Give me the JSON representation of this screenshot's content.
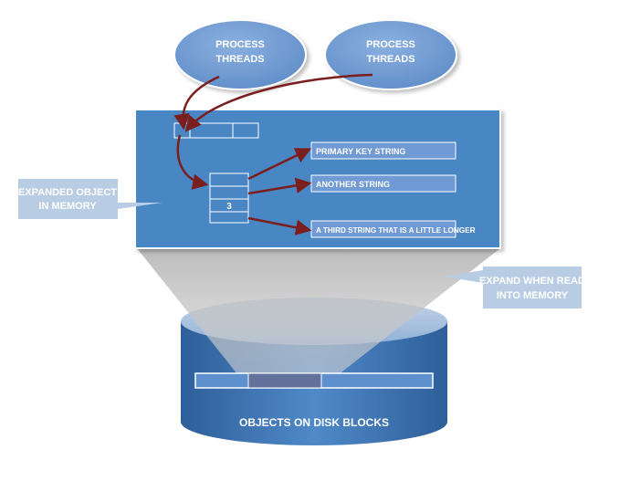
{
  "threads": [
    {
      "line1": "PROCESS",
      "line2": "THREADS"
    },
    {
      "line1": "PROCESS",
      "line2": "THREADS"
    }
  ],
  "memory": {
    "callout_line1": "EXPANDED OBJECT",
    "callout_line2": "IN MEMORY",
    "object_value": "3",
    "strings": [
      "PRIMARY KEY STRING",
      "ANOTHER STRING",
      "A THIRD STRING THAT IS A LITTLE LONGER"
    ]
  },
  "expand": {
    "callout_line1": "EXPAND WHEN READ",
    "callout_line2": "INTO MEMORY"
  },
  "disk": {
    "label": "OBJECTS ON DISK BLOCKS"
  },
  "colors": {
    "memory_panel": "#4a86c4",
    "ellipse": "#6f9ad3",
    "callout": "#b8cde3",
    "arrow": "#7a1e1e",
    "disk_body": "#3a70ad"
  }
}
